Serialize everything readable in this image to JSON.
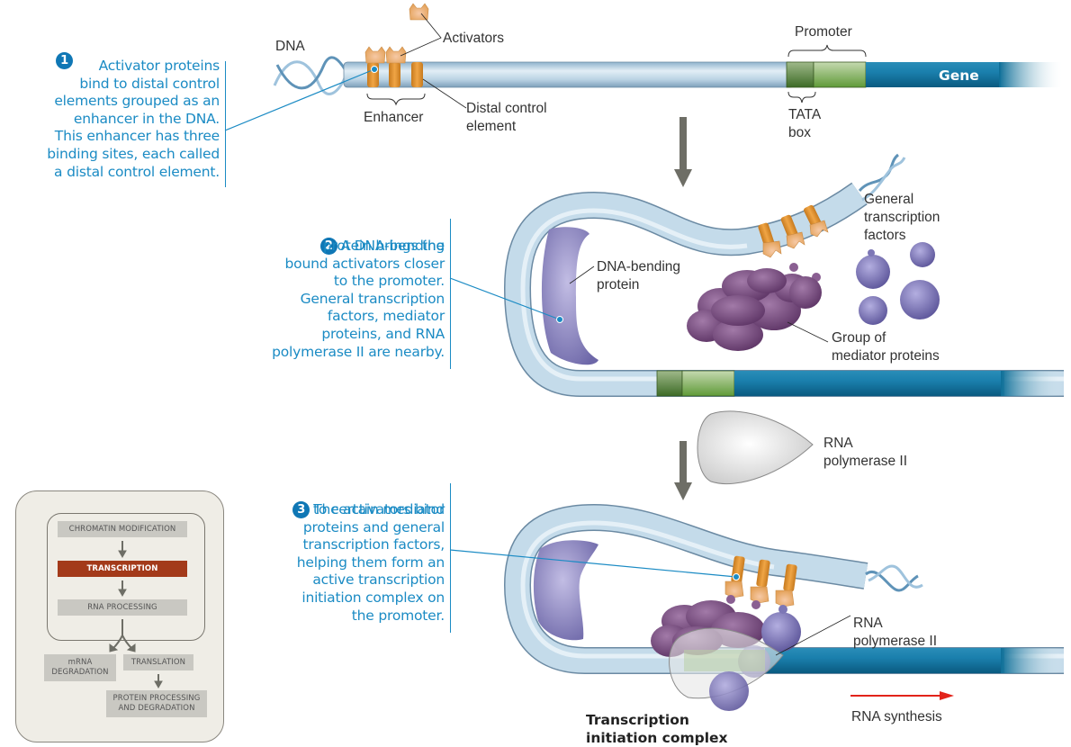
{
  "steps": [
    {
      "number": "1",
      "text": "Activator proteins\nbind to distal control\nelements grouped as an\nenhancer in the DNA.\nThis enhancer has three\nbinding sites, each called\na distal control element."
    },
    {
      "number": "2",
      "first_line": "A DNA-bending",
      "text": "protein brings the\nbound activators closer\nto the promoter.\nGeneral transcription\nfactors, mediator\nproteins, and RNA\npolymerase II are nearby."
    },
    {
      "number": "3",
      "first_line": "The activators bind",
      "text": "to certain mediator\nproteins and general\ntranscription factors,\nhelping them form an\nactive transcription\ninitiation complex on\nthe promoter."
    }
  ],
  "panel1": {
    "dna": "DNA",
    "activators": "Activators",
    "enhancer": "Enhancer",
    "distal_control_element": "Distal control\nelement",
    "promoter": "Promoter",
    "tata_box": "TATA\nbox",
    "gene": "Gene"
  },
  "panel2": {
    "dna_bending_protein": "DNA-bending\nprotein",
    "general_transcription_factors": "General\ntranscription\nfactors",
    "mediator_group": "Group of\nmediator proteins",
    "rna_polymerase": "RNA\npolymerase II"
  },
  "panel3": {
    "rna_polymerase": "RNA\npolymerase II",
    "complex": "Transcription\ninitiation complex",
    "rna_synthesis": "RNA synthesis"
  },
  "flowchart": {
    "chromatin": "CHROMATIN MODIFICATION",
    "transcription": "TRANSCRIPTION",
    "rna_processing": "RNA PROCESSING",
    "mrna_degradation": "mRNA\nDEGRADATION",
    "translation": "TRANSLATION",
    "protein_processing": "PROTEIN PROCESSING\nAND DEGRADATION"
  },
  "colors": {
    "callout": "#1b8bc4",
    "dna_light": "#c4dbea",
    "gene": "#0e6f98",
    "tata": "#4a7a2e",
    "promoter": "#73a548",
    "activator": "#e3932b",
    "mediator": "#7b4d83",
    "gtf": "#8a84c0",
    "highlight": "#a33a1a",
    "rna_arrow": "#e2231a"
  }
}
